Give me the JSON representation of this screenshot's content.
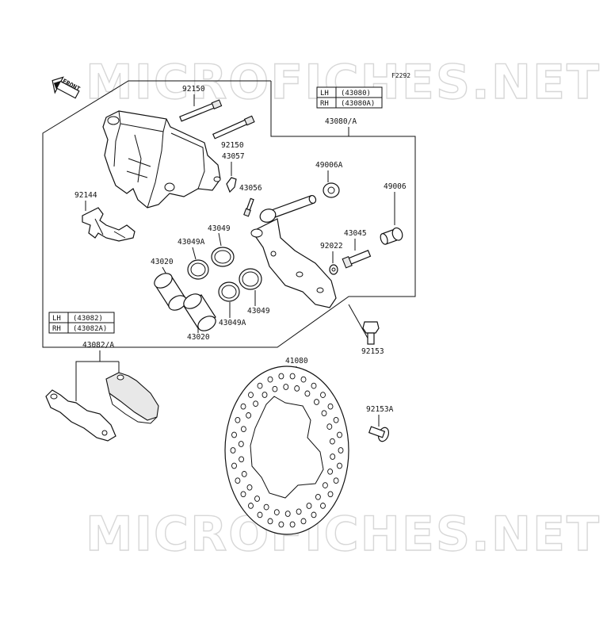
{
  "watermark": "MICROFICHES.NET",
  "figure_ref": "F2292",
  "front_label": "FRONT",
  "side_table_caliper": {
    "rows": [
      {
        "side": "LH",
        "code": "(43080)"
      },
      {
        "side": "RH",
        "code": "(43080A)"
      }
    ]
  },
  "side_table_pads": {
    "rows": [
      {
        "side": "LH",
        "code": "(43082)"
      },
      {
        "side": "RH",
        "code": "(43082A)"
      }
    ]
  },
  "parts": {
    "p92150_top": "92150",
    "p92150_bottom": "92150",
    "p43057": "43057",
    "p43056": "43056",
    "p92144": "92144",
    "p43049_top": "43049",
    "p43049A_top": "43049A",
    "p43020_top": "43020",
    "p43049_bottom": "43049",
    "p43049A_bottom": "43049A",
    "p43020_bottom": "43020",
    "p43080A": "43080/A",
    "p49006A": "49006A",
    "p49006": "49006",
    "p43045": "43045",
    "p92022": "92022",
    "p92153": "92153",
    "p43082A": "43082/A",
    "p41080": "41080",
    "p92153A": "92153A"
  }
}
